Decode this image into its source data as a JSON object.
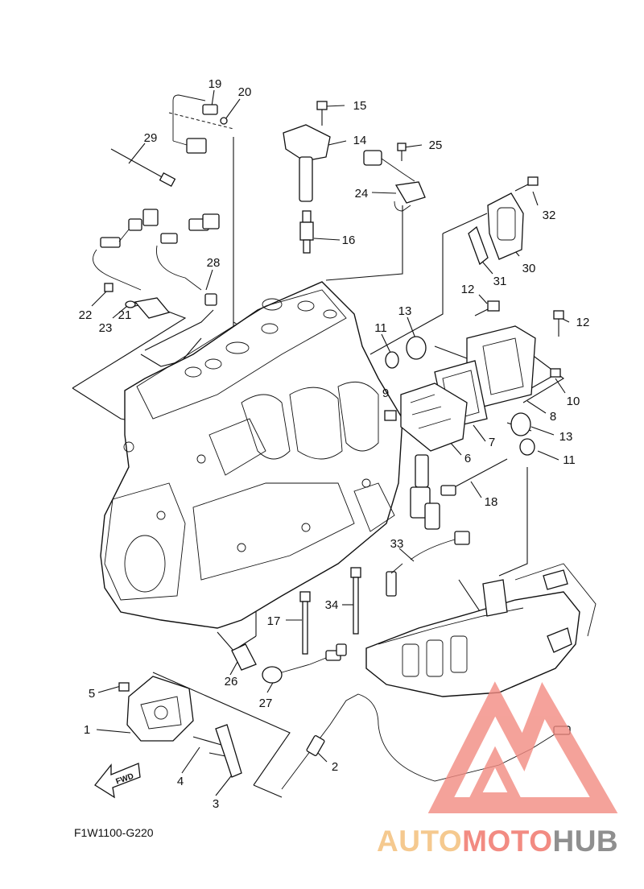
{
  "diagram": {
    "code": "F1W1100-G220",
    "arrow_label": "FWD",
    "callouts": [
      {
        "id": "c19",
        "text": "19"
      },
      {
        "id": "c20",
        "text": "20"
      },
      {
        "id": "c15",
        "text": "15"
      },
      {
        "id": "c14",
        "text": "14"
      },
      {
        "id": "c25",
        "text": "25"
      },
      {
        "id": "c29",
        "text": "29"
      },
      {
        "id": "c24",
        "text": "24"
      },
      {
        "id": "c32",
        "text": "32"
      },
      {
        "id": "c16",
        "text": "16"
      },
      {
        "id": "c28",
        "text": "28"
      },
      {
        "id": "c30",
        "text": "30"
      },
      {
        "id": "c31",
        "text": "31"
      },
      {
        "id": "c12a",
        "text": "12"
      },
      {
        "id": "c22",
        "text": "22"
      },
      {
        "id": "c23",
        "text": "23"
      },
      {
        "id": "c21",
        "text": "21"
      },
      {
        "id": "c13a",
        "text": "13"
      },
      {
        "id": "c12b",
        "text": "12"
      },
      {
        "id": "c11a",
        "text": "11"
      },
      {
        "id": "c9",
        "text": "9"
      },
      {
        "id": "c10",
        "text": "10"
      },
      {
        "id": "c8",
        "text": "8"
      },
      {
        "id": "c7",
        "text": "7"
      },
      {
        "id": "c13b",
        "text": "13"
      },
      {
        "id": "c6",
        "text": "6"
      },
      {
        "id": "c11b",
        "text": "11"
      },
      {
        "id": "c18",
        "text": "18"
      },
      {
        "id": "c33",
        "text": "33"
      },
      {
        "id": "c34",
        "text": "34"
      },
      {
        "id": "c17",
        "text": "17"
      },
      {
        "id": "c26",
        "text": "26"
      },
      {
        "id": "c5",
        "text": "5"
      },
      {
        "id": "c27",
        "text": "27"
      },
      {
        "id": "c1",
        "text": "1"
      },
      {
        "id": "c2",
        "text": "2"
      },
      {
        "id": "c4",
        "text": "4"
      },
      {
        "id": "c3",
        "text": "3"
      }
    ]
  },
  "watermark": {
    "part1": "AUTO",
    "part2": "MOTO",
    "part3": "HUB",
    "colors": {
      "auto": "#f5c98f",
      "moto": "#f28b82",
      "hub": "#8f8f8f",
      "triangle": "#f28b82"
    }
  }
}
